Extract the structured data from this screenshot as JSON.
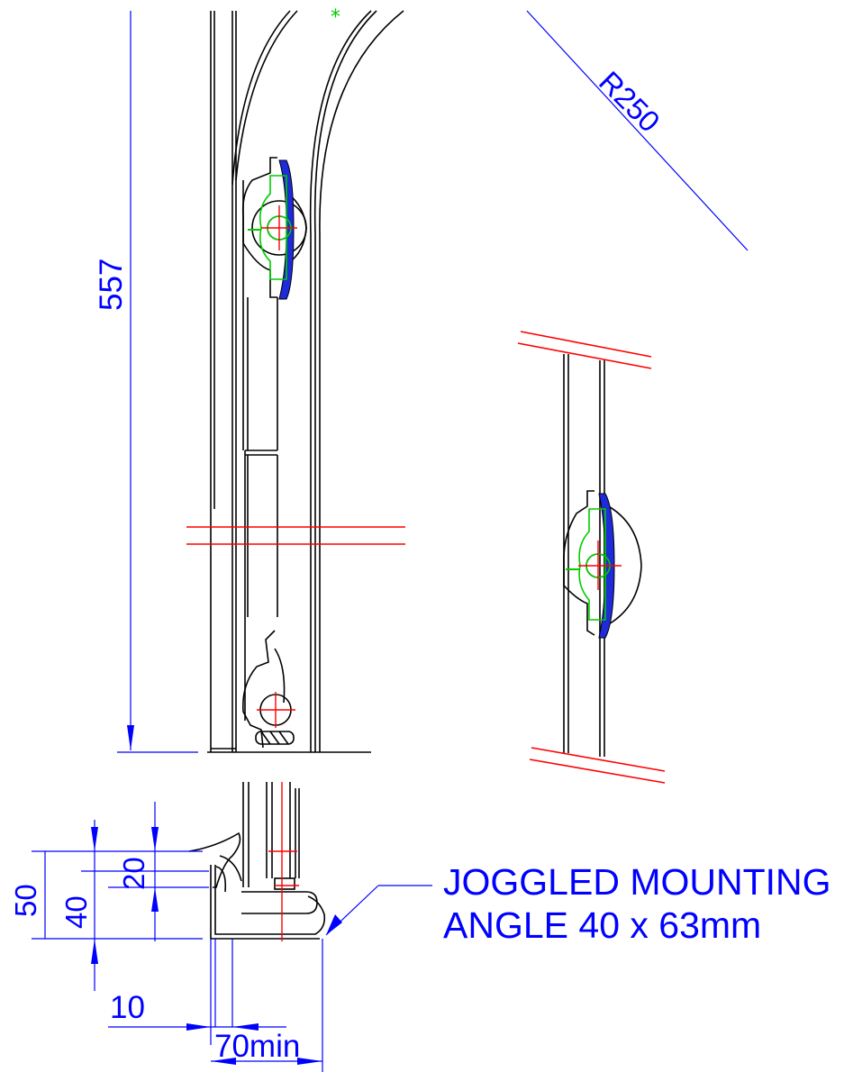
{
  "dimensions": {
    "height": "557",
    "radius": "R250",
    "d50": "50",
    "d40": "40",
    "d20": "20",
    "d10": "10",
    "d70": "70min"
  },
  "callout": {
    "line1": "JOGGLED MOUNTING",
    "line2": "ANGLE 40 x 63mm"
  },
  "colors": {
    "dimension": "#0000ff",
    "break_line": "#ff0000",
    "center_mark": "#ff0000",
    "seal_fill": "#1e2bd8",
    "roller_outline": "#00cc00",
    "outline": "#000000"
  }
}
